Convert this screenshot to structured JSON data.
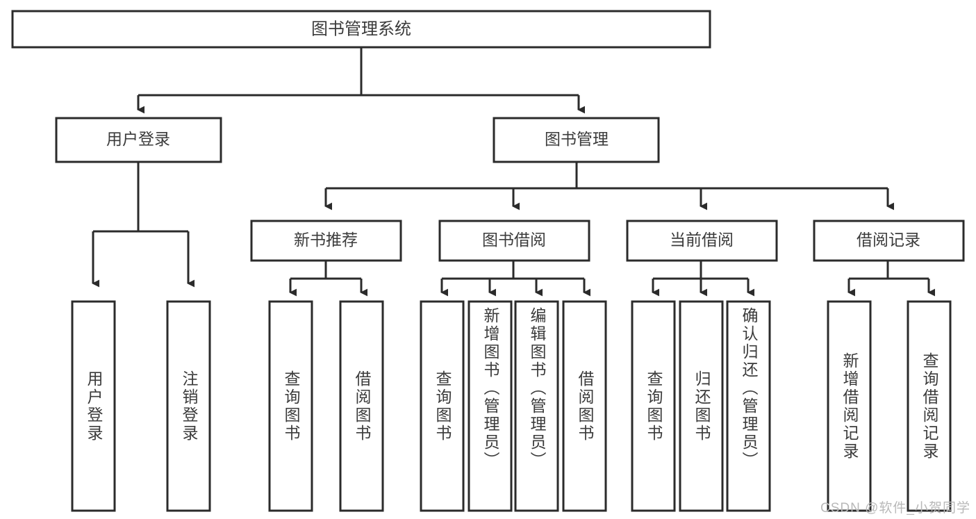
{
  "diagram": {
    "title": "图书管理系统",
    "type": "tree",
    "watermark": "CSDN @软件_小贺同学",
    "colors": {
      "stroke": "#2b2b2b",
      "fill": "#ffffff",
      "text": "#3b3b3b",
      "watermark": "#b9b9b9"
    },
    "root": {
      "label": "图书管理系统"
    },
    "level2": [
      {
        "label": "用户登录"
      },
      {
        "label": "图书管理"
      }
    ],
    "level3": [
      {
        "label": "新书推荐"
      },
      {
        "label": "图书借阅"
      },
      {
        "label": "当前借阅"
      },
      {
        "label": "借阅记录"
      }
    ],
    "leaves": {
      "user_login": [
        {
          "label": "用户登录"
        },
        {
          "label": "注销登录"
        }
      ],
      "new_book_recommend": [
        {
          "label": "查询图书"
        },
        {
          "label": "借阅图书"
        }
      ],
      "book_borrow": [
        {
          "label": "查询图书"
        },
        {
          "label": "新增图书（管理员）"
        },
        {
          "label": "编辑图书（管理员）"
        },
        {
          "label": "借阅图书"
        }
      ],
      "current_borrow": [
        {
          "label": "查询图书"
        },
        {
          "label": "归还图书"
        },
        {
          "label": "确认归还（管理员）"
        }
      ],
      "borrow_record": [
        {
          "label": "新增借阅记录"
        },
        {
          "label": "查询借阅记录"
        }
      ]
    }
  }
}
